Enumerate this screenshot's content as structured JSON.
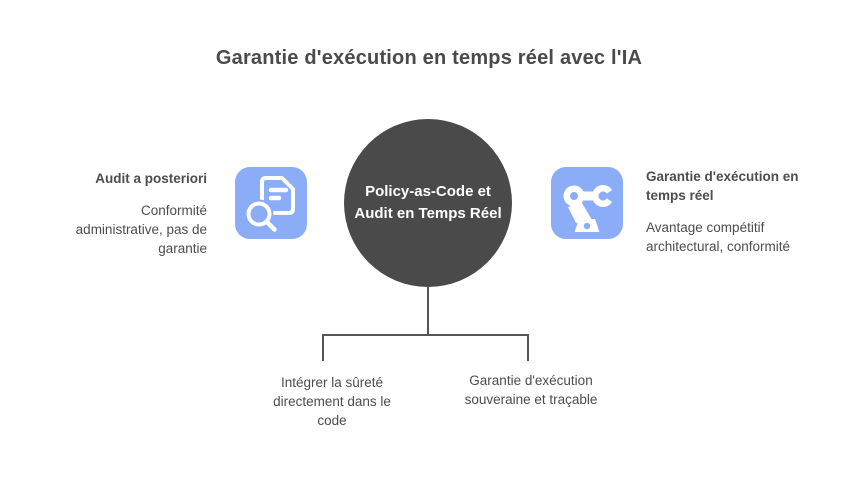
{
  "colors": {
    "dark": "#4A4A4A",
    "text": "#4D4D4D",
    "icon_blue": "#8BACF7",
    "icon_glyph": "#ffffff",
    "line": "#555555",
    "center_text": "#ffffff",
    "background": "#ffffff"
  },
  "title": "Garantie d'exécution en temps réel avec l'IA",
  "center": {
    "label": "Policy-as-Code et\nAudit en Temps Réel"
  },
  "left": {
    "icon": "document-search-icon",
    "heading": "Audit a posteriori",
    "body": "Conformité\nadministrative, pas de\ngarantie"
  },
  "right": {
    "icon": "robot-arm-icon",
    "heading": "Garantie d'exécution en\ntemps réel",
    "body": "Avantage compétitif\narchitectural, conformité"
  },
  "bottom": {
    "left_label": "Intégrer la sûreté\ndirectement dans le\ncode",
    "right_label": "Garantie d'exécution\nsouveraine et traçable"
  }
}
